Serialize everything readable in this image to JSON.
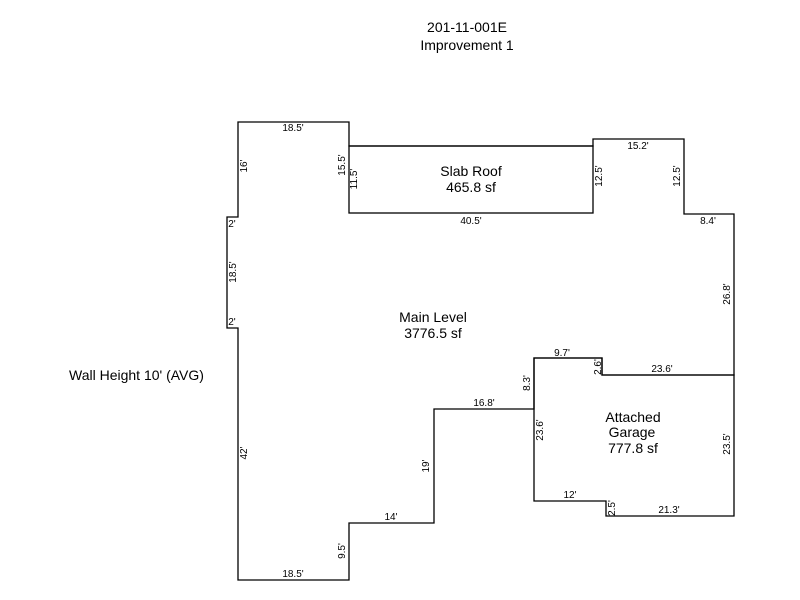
{
  "header": {
    "parcel_id": "201-11-001E",
    "improvement": "Improvement 1"
  },
  "wall_height_note": "Wall Height 10' (AVG)",
  "areas": {
    "slab_roof": {
      "name": "Slab Roof",
      "area": "465.8 sf"
    },
    "main_level": {
      "name": "Main Level",
      "area": "3776.5 sf"
    },
    "garage": {
      "name_line1": "Attached",
      "name_line2": "Garage",
      "area": "777.8 sf"
    }
  },
  "dimensions": {
    "main_top_left": "18.5'",
    "main_left_upper": "16'",
    "main_jog_upper": "2'",
    "main_left_mid": "18.5'",
    "main_jog_lower": "2'",
    "main_left_lower": "42'",
    "main_bottom": "18.5'",
    "main_step_left": "9.5'",
    "main_step_bottom": "14'",
    "main_step_mid": "19'",
    "main_step_top": "16.8'",
    "main_inner_right": "15.5'",
    "slab_left": "11.5'",
    "slab_bottom": "40.5'",
    "slab_right": "12.5'",
    "main_top_right": "15.2'",
    "main_right_upper": "12.5'",
    "main_right_step": "8.4'",
    "main_right_long": "26.8'",
    "garage_top_left": "9.7'",
    "garage_left_top": "8.3'",
    "garage_notch": "2.6'",
    "garage_top_right": "23.6'",
    "garage_left": "23.6'",
    "garage_right": "23.5'",
    "garage_bottom_left": "12'",
    "garage_bottom_notch": "2.5'",
    "garage_bottom_right": "21.3'"
  }
}
